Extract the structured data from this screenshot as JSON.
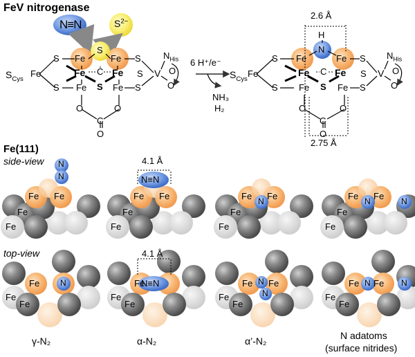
{
  "header": {
    "title": "FeV nitrogenase",
    "n2_label": "N≡N",
    "s_label": "S",
    "s_charge": "2−"
  },
  "cluster": {
    "fe": "Fe",
    "s": "S",
    "c": "C",
    "v": "V",
    "o": "O",
    "n": "N",
    "h": "H",
    "his_sub": "His",
    "s_cys_main": "S",
    "s_cys_sub": "Cys"
  },
  "reaction": {
    "reagent": "6 H⁺/e⁻",
    "product1": "NH₃",
    "product2": "H₂"
  },
  "measurements": {
    "top_dist": "2.6 Å",
    "bottom_dist": "2.75 Å",
    "alpha_side_dist": "4.1 Å",
    "alpha_top_dist": "4.1 Å"
  },
  "surface": {
    "title": "Fe(111)",
    "side_view": "side-view",
    "top_view": "top-view",
    "atom_label": "Fe",
    "n_label": "N",
    "n2_label": "N≡N"
  },
  "states": [
    {
      "label": "γ-N₂"
    },
    {
      "label": "α-N₂"
    },
    {
      "label": "α’-N₂"
    },
    {
      "label": "N adatoms",
      "sublabel": "(surface nitrides)"
    }
  ],
  "colors": {
    "fe_orange": "#f6a757",
    "n_blue": "#4f7fd6",
    "s_yellow": "#f4e64a",
    "grey_dark": "#555555",
    "grey_light": "#d9d9d9"
  }
}
